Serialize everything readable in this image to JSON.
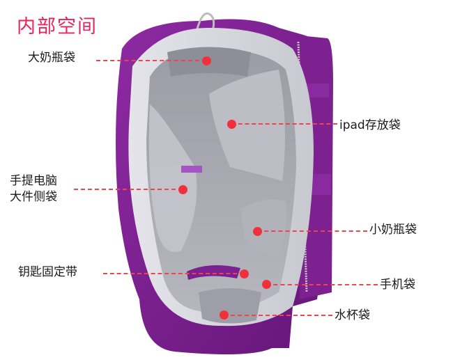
{
  "title": "内部空间",
  "colors": {
    "title": "#e8245a",
    "accent_red": "#f0313c",
    "bag_purple": "#7b1f8c",
    "lining_grey": "#a9a9b1",
    "lining_light": "#d8d8de"
  },
  "callouts": [
    {
      "id": "large-bottle-pocket",
      "label": "大奶瓶袋",
      "side": "left"
    },
    {
      "id": "ipad-pocket",
      "label": "ipad存放袋",
      "side": "right"
    },
    {
      "id": "laptop-side-pocket",
      "label_line1": "手提电脑",
      "label_line2": "大件侧袋",
      "side": "left"
    },
    {
      "id": "small-bottle-pocket",
      "label": "小奶瓶袋",
      "side": "right"
    },
    {
      "id": "key-strap",
      "label": "钥匙固定带",
      "side": "left"
    },
    {
      "id": "phone-pocket",
      "label": "手机袋",
      "side": "right"
    },
    {
      "id": "cup-pocket",
      "label": "水杯袋",
      "side": "right"
    }
  ]
}
